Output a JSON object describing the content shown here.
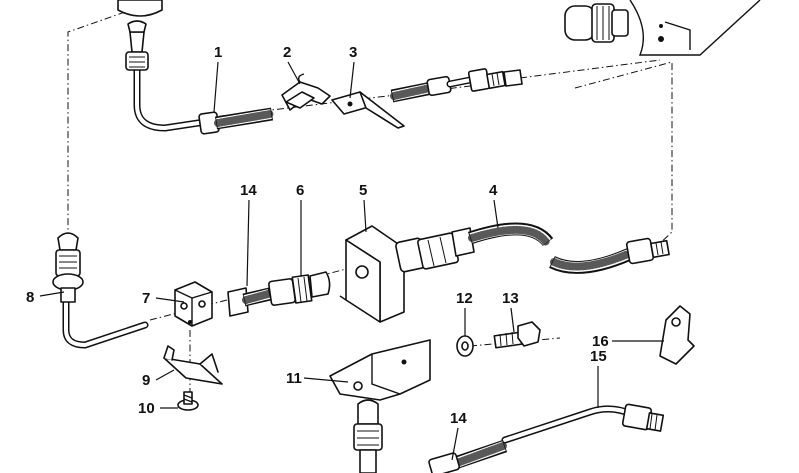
{
  "callouts": [
    {
      "id": "1",
      "text": "1"
    },
    {
      "id": "2",
      "text": "2"
    },
    {
      "id": "3",
      "text": "3"
    },
    {
      "id": "4",
      "text": "4"
    },
    {
      "id": "5",
      "text": "5"
    },
    {
      "id": "6",
      "text": "6"
    },
    {
      "id": "7",
      "text": "7"
    },
    {
      "id": "8",
      "text": "8"
    },
    {
      "id": "9",
      "text": "9"
    },
    {
      "id": "10",
      "text": "10"
    },
    {
      "id": "11",
      "text": "11"
    },
    {
      "id": "12",
      "text": "12"
    },
    {
      "id": "13",
      "text": "13"
    },
    {
      "id": "14a",
      "text": "14"
    },
    {
      "id": "14b",
      "text": "14"
    },
    {
      "id": "15",
      "text": "15"
    },
    {
      "id": "16",
      "text": "16"
    }
  ]
}
